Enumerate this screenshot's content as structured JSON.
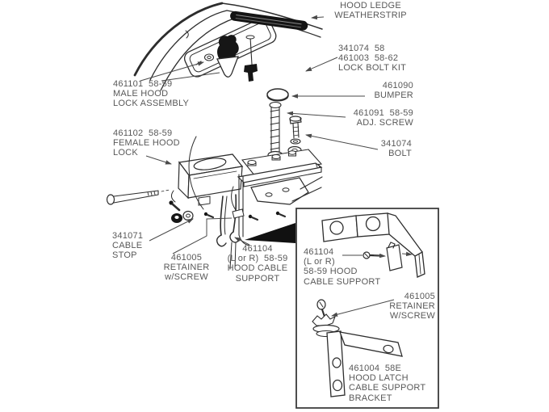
{
  "document": {
    "kind": "exploded parts diagram",
    "subject": "1958-59 Corvette hood lock / hood latch cable components"
  },
  "colors": {
    "background": "#ffffff",
    "ink": "#2d2d2d",
    "dark_fill": "#161616",
    "label_text": "#585858"
  },
  "callouts": {
    "hood_ledge_weatherstrip": "HOOD LEDGE\nWEATHERSTRIP",
    "lock_bolt_kit": "341074  58\n461003  58-62\nLOCK BOLT KIT",
    "male_hood_lock_assembly": "461101  58-59\nMALE HOOD\nLOCK ASSEMBLY",
    "bumper": "461090\nBUMPER",
    "adj_screw": "461091  58-59\nADJ. SCREW",
    "female_hood_lock": "461102  58-59\nFEMALE HOOD\nLOCK",
    "bolt": "341074\nBOLT",
    "cable_stop": "341071\nCABLE\nSTOP",
    "retainer_w_screw": "461005\nRETAINER\nw/SCREW",
    "hood_cable_support": "461104\n(L or R)  58-59\nHOOD CABLE\nSUPPORT"
  },
  "inset": {
    "cable_support": "461104\n(L or R)\n58-59 HOOD\nCABLE SUPPORT",
    "retainer_w_screw": "461005\nRETAINER\nW/SCREW",
    "latch_cable_support_bracket": "461004  58E\nHOOD LATCH\nCABLE SUPPORT\nBRACKET"
  }
}
